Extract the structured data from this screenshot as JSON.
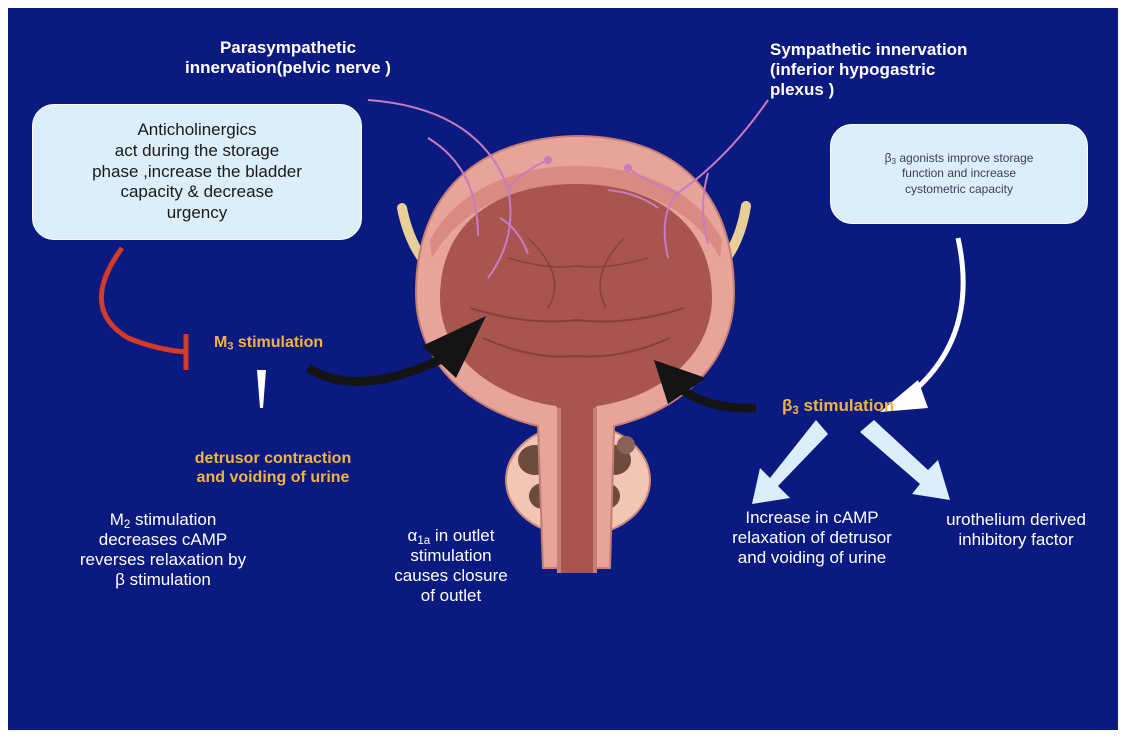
{
  "parasympathetic": {
    "line1": "Parasympathetic",
    "line2": "innervation(pelvic nerve )"
  },
  "sympathetic": {
    "line1": "Sympathetic innervation",
    "line2": "(inferior hypogastric",
    "line3": "plexus )"
  },
  "anticholinergics_box": {
    "lines": [
      "Anticholinergics",
      "act during the storage",
      "phase ,increase the bladder",
      "capacity & decrease",
      "urgency"
    ]
  },
  "beta_agonist_box": {
    "prefix": "β",
    "sub": "3",
    "line1_rest": " agonists improve storage",
    "line2": "function and increase",
    "line3": "cystometric capacity"
  },
  "m3": {
    "prefix": "M",
    "sub": "3",
    "rest": " stimulation"
  },
  "detrusor": {
    "line1": "detrusor contraction",
    "line2": "and voiding of urine"
  },
  "m2": {
    "prefix": "M",
    "sub": "2",
    "line1_rest": " stimulation",
    "line2": "decreases cAMP",
    "line3": "reverses relaxation by",
    "line4": "β stimulation"
  },
  "alpha": {
    "prefix": "α",
    "sub": "1a",
    "line1_rest": " in outlet",
    "line2": "stimulation",
    "line3": "causes closure",
    "line4": "of outlet"
  },
  "b3": {
    "prefix": "β",
    "sub": "3",
    "rest": " stimulation"
  },
  "camp": {
    "line1": "Increase in cAMP",
    "line2": "relaxation of detrusor",
    "line3": "and voiding of urine"
  },
  "urothelium": {
    "line1": "urothelium derived",
    "line2": "inhibitory factor"
  },
  "colors": {
    "background": "#0b1a80",
    "accent_yellow": "#f0b43c",
    "inhibit_red": "#d23a2a",
    "box_fill": "#dbeefa",
    "bladder_wall": "#e8a49a",
    "bladder_lumen": "#a9554f",
    "nerve": "#c77bc0"
  }
}
